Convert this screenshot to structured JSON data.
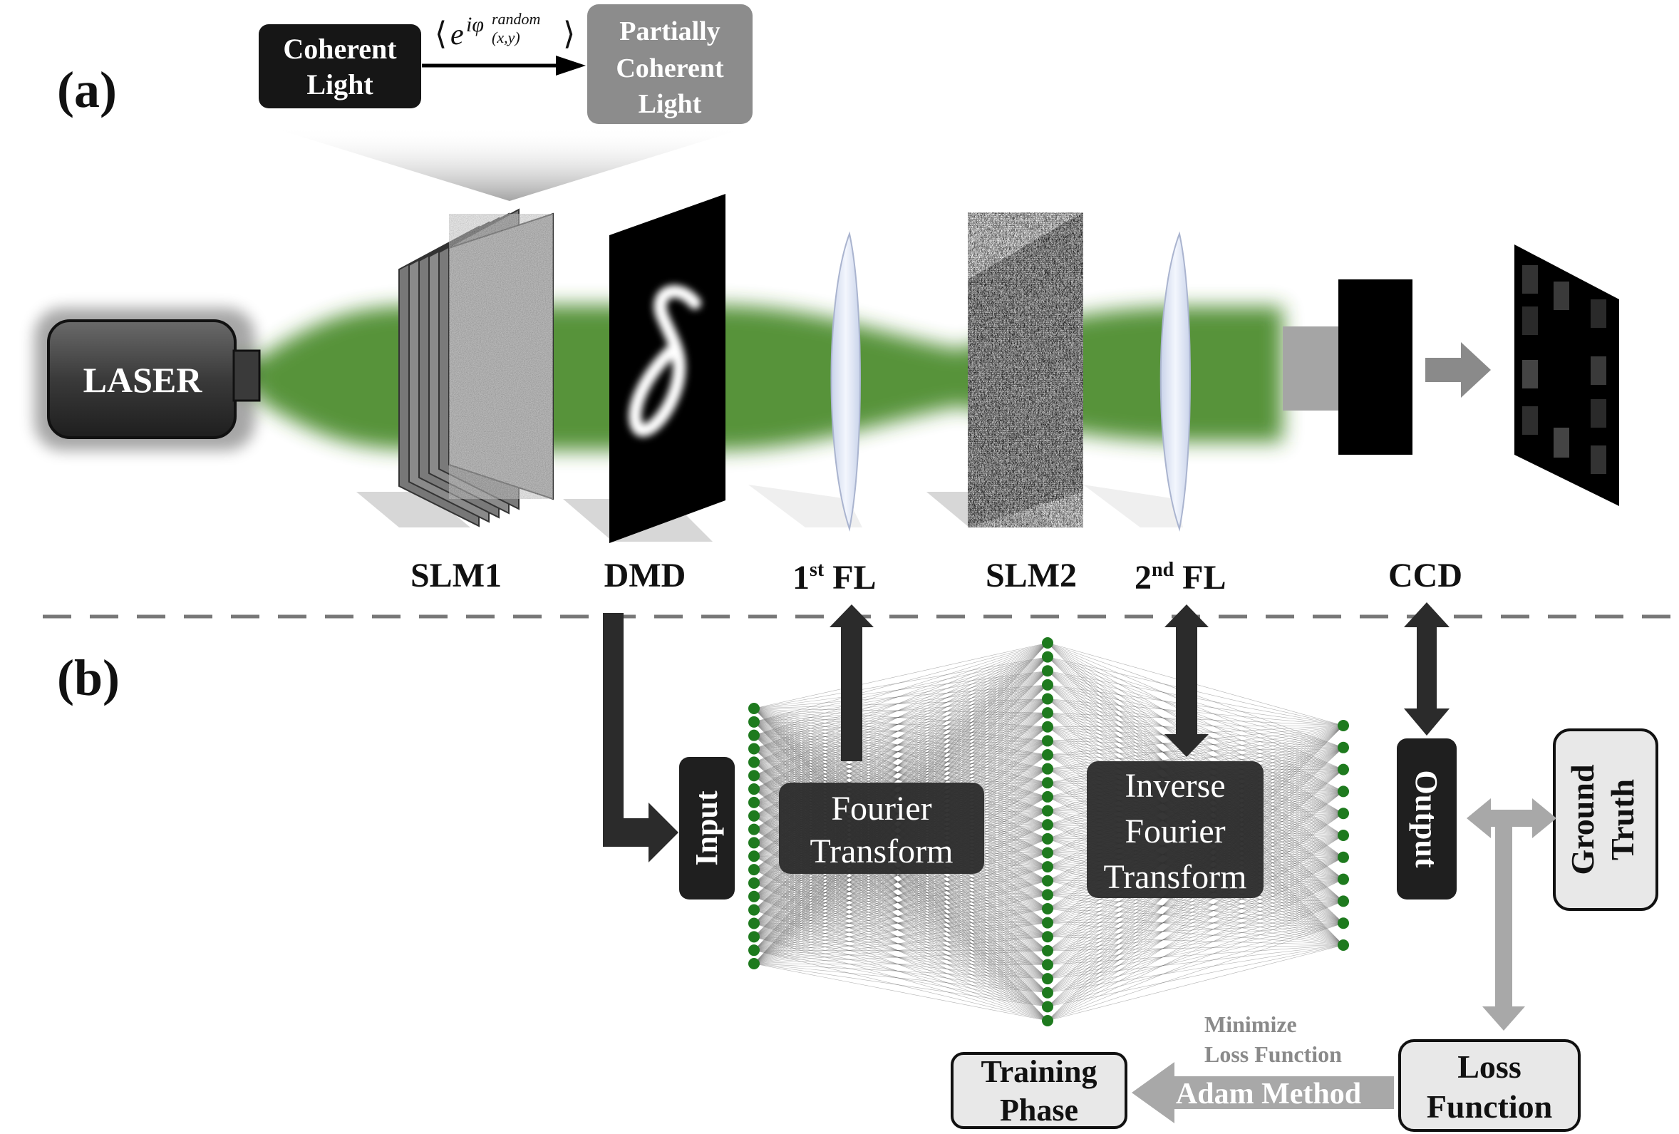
{
  "panels": {
    "a": "(a)",
    "b": "(b)"
  },
  "top_boxes": {
    "coherent": [
      "Coherent",
      "Light"
    ],
    "partial": [
      "Partially",
      "Coherent",
      "Light"
    ],
    "phase_expr": {
      "open": "⟨",
      "base": "e",
      "exp": "iφ",
      "sup": "random",
      "sub": "(x,y)",
      "close": "⟩"
    }
  },
  "laser_label": "LASER",
  "components": {
    "slm1": "SLM1",
    "dmd": "DMD",
    "fl1": {
      "num": "1",
      "sup": "st",
      "rest": " FL"
    },
    "slm2": "SLM2",
    "fl2": {
      "num": "2",
      "sup": "nd",
      "rest": " FL"
    },
    "ccd": "CCD"
  },
  "network": {
    "input": "Input",
    "fourier": [
      "Fourier",
      "Transform"
    ],
    "inverse": [
      "Inverse",
      "Fourier",
      "Transform"
    ],
    "output": "Output",
    "ground_truth": [
      "Ground",
      "Truth"
    ],
    "loss": [
      "Loss",
      "Function"
    ],
    "training": [
      "Training",
      "Phase"
    ],
    "minimize": [
      "Minimize",
      "Loss Function"
    ],
    "adam": "Adam Method"
  },
  "colors": {
    "beam": "#4a8a2c",
    "node": "#1e7a1e",
    "dark_box": "#1f1f1f",
    "grey_box": "#8a8a8a",
    "light_box": "#e6e6e6",
    "arrow_dark": "#2b2b2b",
    "arrow_grey": "#a8a8a8"
  }
}
